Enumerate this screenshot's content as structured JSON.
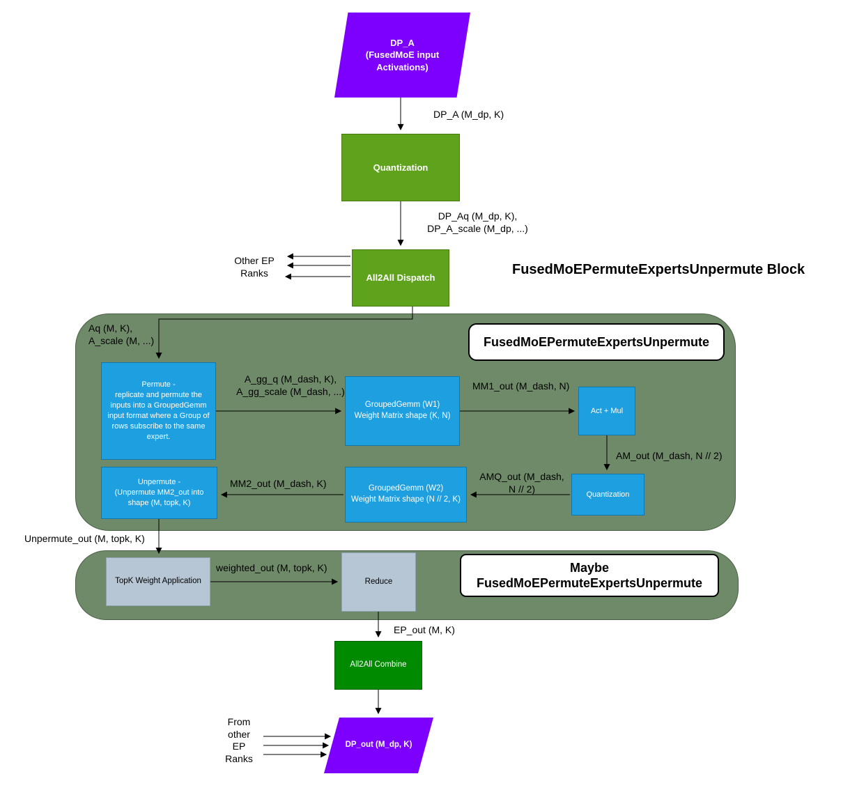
{
  "title": "FusedMoEPermuteExpertsUnpermute Block",
  "colors": {
    "purple": "#7d00ff",
    "green": "#5fa31c",
    "container_green": "#6f8a68",
    "blue": "#1e9fe0",
    "gray_blue": "#b6c6d4",
    "dark_green": "#008a00"
  },
  "nodes": {
    "dp_a": {
      "label": "DP_A\n(FusedMoE input\nActivations)"
    },
    "quantization1": {
      "label": "Quantization"
    },
    "all2all_dispatch": {
      "label": "All2All Dispatch"
    },
    "permute": {
      "label": "Permute -\nreplicate and permute the\ninputs into a GroupedGemm\ninput format where a Group of\nrows subscribe to the same\nexpert."
    },
    "grouped_gemm_w1": {
      "label": "GroupedGemm (W1)\nWeight Matrix shape (K, N)"
    },
    "act_mul": {
      "label": "Act + Mul"
    },
    "quantization2": {
      "label": "Quantization"
    },
    "grouped_gemm_w2": {
      "label": "GroupedGemm (W2)\nWeight Matrix shape (N // 2, K)"
    },
    "unpermute": {
      "label": "Unpermute -\n(Unpermute MM2_out  into\nshape (M, topk, K)"
    },
    "topk_weight": {
      "label": "TopK Weight Application"
    },
    "reduce": {
      "label": "Reduce"
    },
    "all2all_combine": {
      "label": "All2All Combine"
    },
    "dp_out": {
      "label": "DP_out (M_dp, K)"
    }
  },
  "group_labels": {
    "inner_block": "FusedMoEPermuteExpertsUnpermute",
    "maybe_block": "Maybe\nFusedMoEPermuteExpertsUnpermute"
  },
  "edge_labels": {
    "dp_a_to_quant": "DP_A (M_dp, K)",
    "quant_to_dispatch": "DP_Aq (M_dp, K),\nDP_A_scale (M_dp, ...)",
    "other_ep_ranks": "Other EP\nRanks",
    "dispatch_to_permute": "Aq (M, K),\nA_scale (M, ...)",
    "permute_to_gg1": "A_gg_q (M_dash, K),\nA_gg_scale (M_dash, ...)",
    "gg1_to_actmul": "MM1_out (M_dash, N)",
    "actmul_to_quant": "AM_out (M_dash, N // 2)",
    "quant_to_gg2": "AMQ_out (M_dash,\nN // 2)",
    "gg2_to_unpermute": "MM2_out (M_dash, K)",
    "unpermute_out": "Unpermute_out (M, topk, K)",
    "topk_to_reduce": "weighted_out (M, topk, K)",
    "reduce_to_combine": "EP_out (M, K)",
    "from_other_ep": "From\nother\nEP\nRanks"
  }
}
